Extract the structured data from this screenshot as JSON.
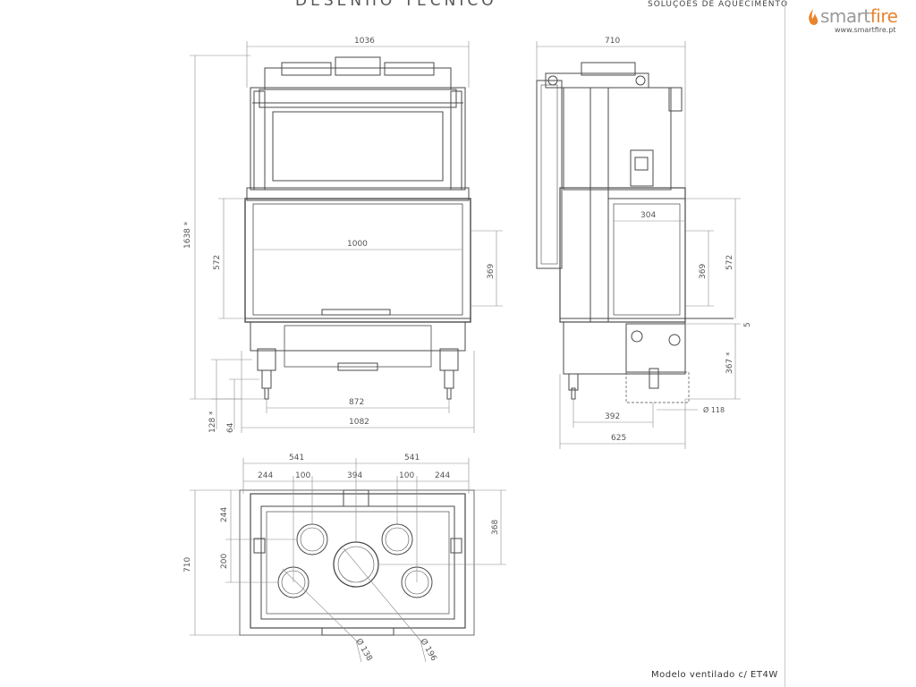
{
  "header": {
    "heading": "DESENHO TÉCNICO",
    "subtitle": "SOLUÇÕES DE AQUECIMENTO",
    "brand": {
      "name_plain": "smart",
      "name_accent": "fire",
      "url": "www.smartfire.pt"
    }
  },
  "colors": {
    "line": "#4a4a4a",
    "dim": "#8a8a8a",
    "accent": "#e8842c",
    "divider": "#c9c9c9"
  },
  "front_view": {
    "width_top": "1036",
    "height_total": "1638 *",
    "door_height": "572",
    "glass_width": "1000",
    "glass_height": "369",
    "feet_spacing": "872",
    "base_width": "1082",
    "leg_128": "128 *",
    "leg_64": "64"
  },
  "side_view": {
    "depth_top": "710",
    "glass_depth": "304",
    "glass_height": "369",
    "door_height": "572",
    "gap": "5",
    "leg_height": "367 *",
    "outlet_diameter": "Ø 118",
    "outlet_offset": "392",
    "base_depth": "625"
  },
  "top_view": {
    "half_left": "541",
    "half_right": "541",
    "seg_244_left": "244",
    "seg_100_left": "100",
    "center_394": "394",
    "seg_100_right": "100",
    "seg_244_right": "244",
    "depth": "710",
    "row_244": "244",
    "row_200": "200",
    "right_368": "368",
    "diameter_138": "Ø 138",
    "diameter_196": "Ø 196"
  },
  "caption": "Modelo ventilado c/ ET4W"
}
